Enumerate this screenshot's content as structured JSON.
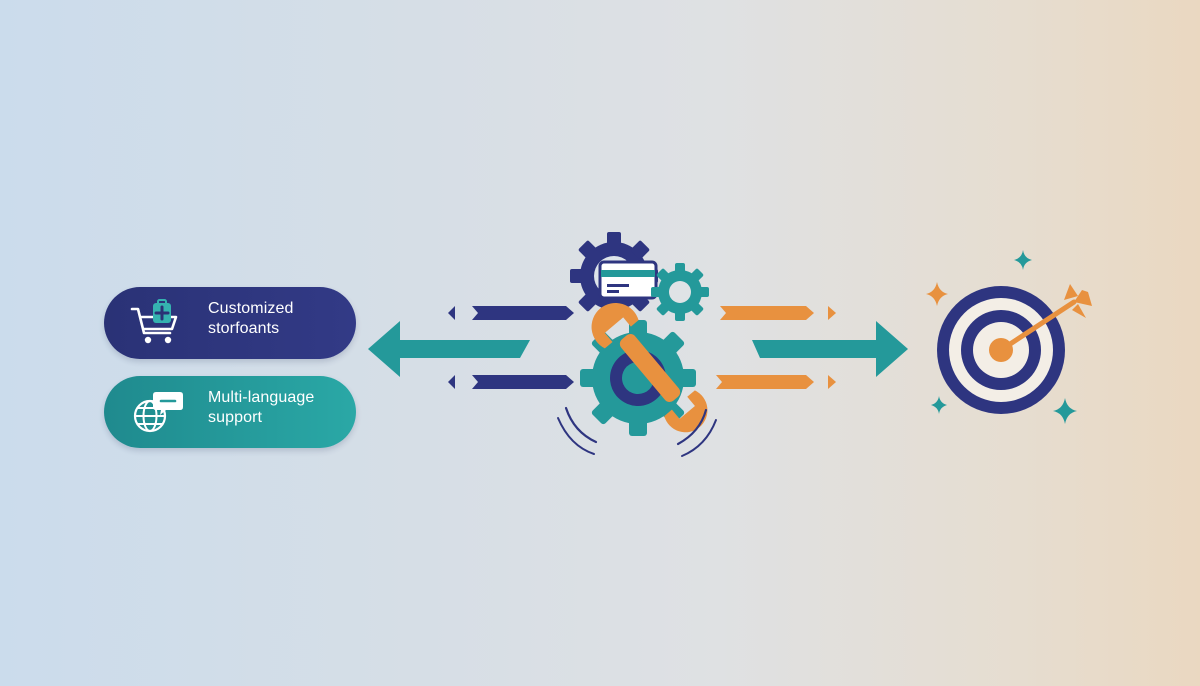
{
  "features": [
    {
      "id": "storefronts",
      "line1": "Customized",
      "line2": "storfoants",
      "icon": "shopping-cart-icon",
      "color": "#2e3580"
    },
    {
      "id": "language",
      "line1": "Multi-language",
      "line2": "support",
      "icon": "globe-chat-icon",
      "color": "#24999a"
    }
  ],
  "center": {
    "icons": [
      "gear-credit-card-icon",
      "small-gear-icon",
      "wrench-gear-icon"
    ]
  },
  "goal": {
    "icon": "target-arrow-icon"
  },
  "colors": {
    "navy": "#2e3580",
    "teal": "#24999a",
    "orange": "#e8913f",
    "sparkle_orange": "#e8913f",
    "sparkle_teal": "#24999a"
  }
}
